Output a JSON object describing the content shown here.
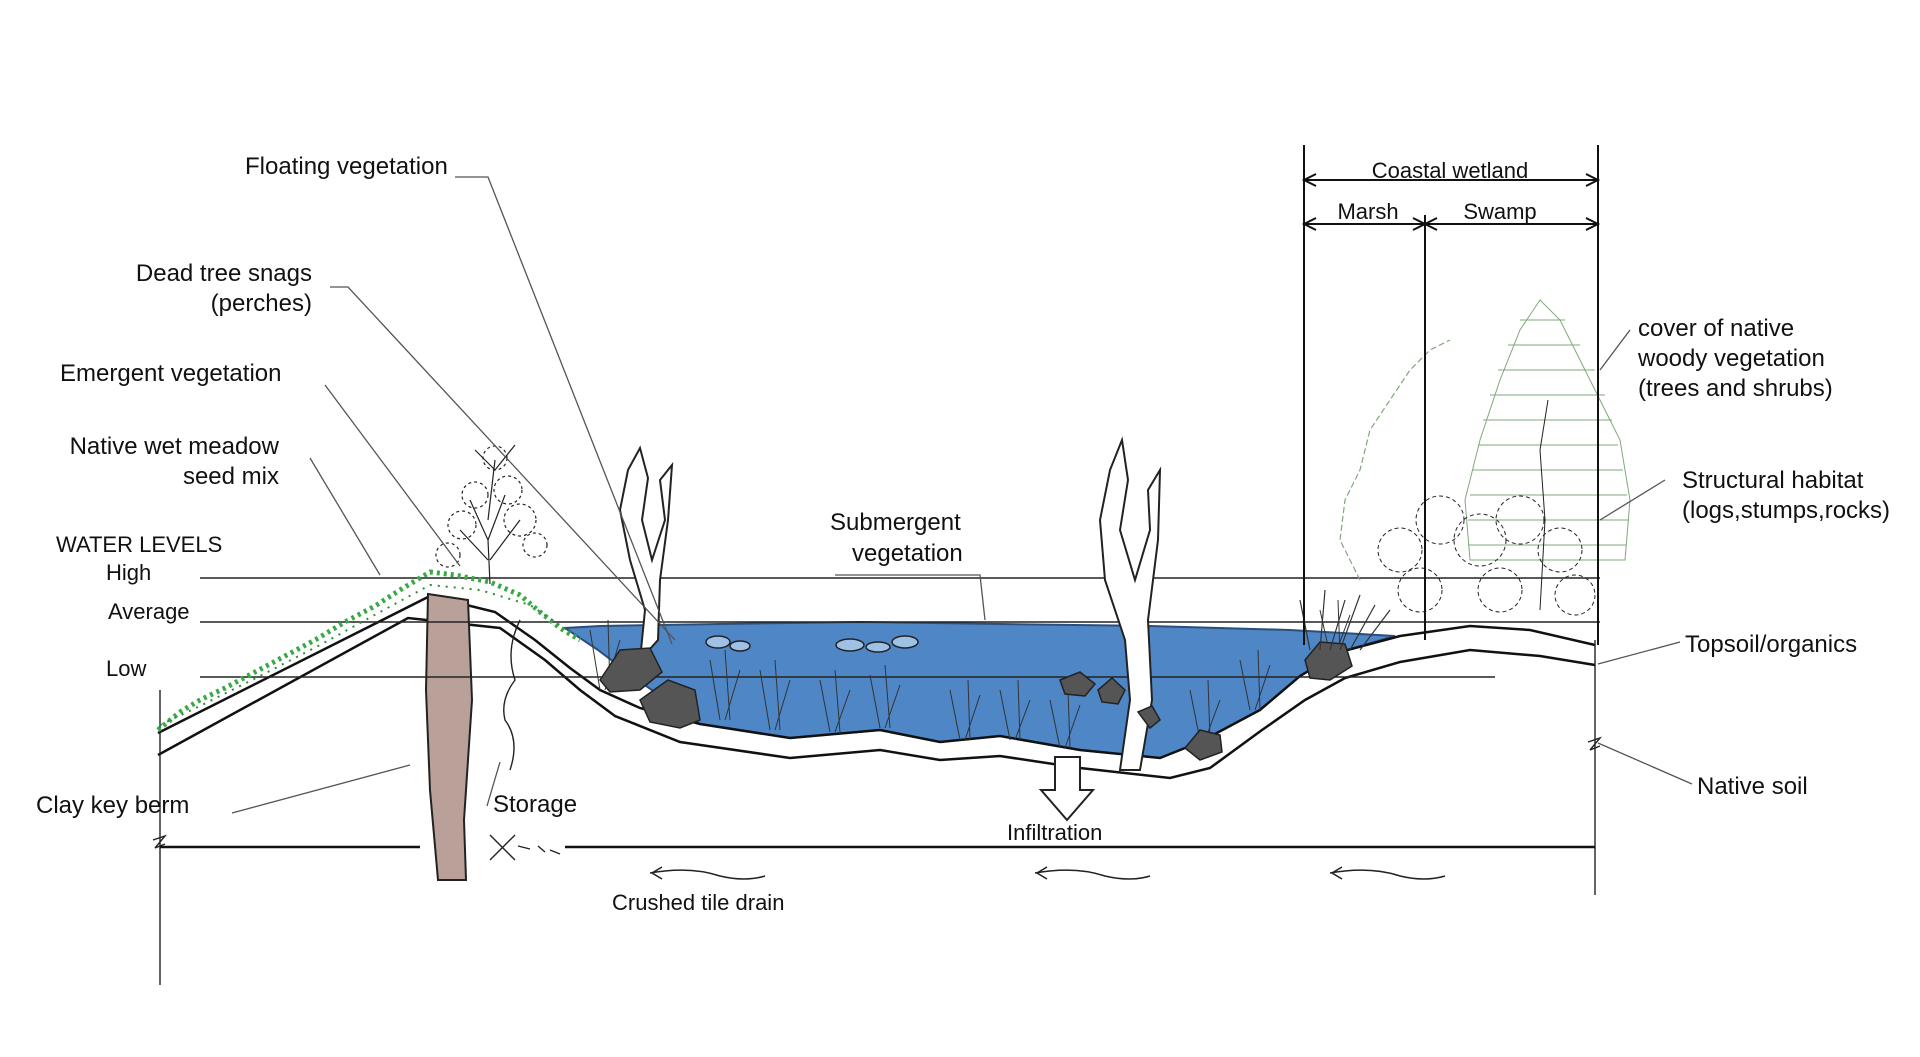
{
  "labels": {
    "floating_vegetation": "Floating vegetation",
    "dead_tree_snags_1": "Dead tree snags",
    "dead_tree_snags_2": "(perches)",
    "emergent_vegetation": "Emergent vegetation",
    "native_wet_meadow_1": "Native wet meadow",
    "native_wet_meadow_2": "seed mix",
    "water_levels": "WATER LEVELS",
    "high": "High",
    "average": "Average",
    "low": "Low",
    "clay_key_berm": "Clay key berm",
    "storage": "Storage",
    "submergent_1": "Submergent",
    "submergent_2": "vegetation",
    "infiltration": "Infiltration",
    "crushed_tile_drain": "Crushed tile drain",
    "coastal_wetland": "Coastal wetland",
    "marsh": "Marsh",
    "swamp": "Swamp",
    "cover_native_1": "cover of native",
    "cover_native_2": "woody vegetation",
    "cover_native_3": "(trees and shrubs)",
    "structural_habitat_1": "Structural habitat",
    "structural_habitat_2": "(logs,stumps,rocks)",
    "topsoil": "Topsoil/organics",
    "native_soil": "Native soil"
  },
  "colors": {
    "water": "#4f86c6",
    "water_light": "#9fc1e6",
    "berm": "#b9a19a",
    "rock": "#555555",
    "meadow_green": "#39a845",
    "tree_green": "#7fa87a"
  }
}
